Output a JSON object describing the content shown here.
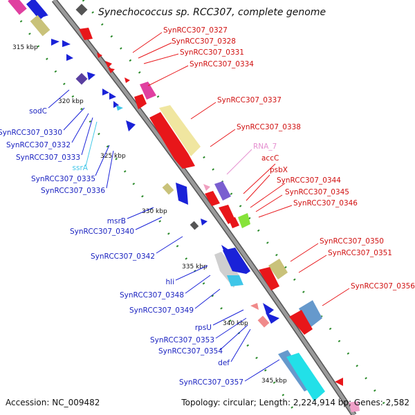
{
  "title": "Synechococcus sp. RCC307, complete genome",
  "accession": "Accession: NC_009482",
  "topology": "Topology: circular; Length: 2,224,914 bp; Genes: 2,582",
  "colors": {
    "forward_gene": "#e8161a",
    "reverse_gene": "#1a22d8",
    "rna": "#e58fd0",
    "ssrA": "#3fc6e8",
    "backbone": "#8a8a8a",
    "tick": "#2a8a2a"
  },
  "scale_labels": [
    "315 kbp",
    "320 kbp",
    "325 kbp",
    "330 kbp",
    "335 kbp",
    "340 kbp",
    "345 kbp"
  ],
  "forward_labels": [
    "SynRCC307_0327",
    "SynRCC307_0328",
    "SynRCC307_0331",
    "SynRCC307_0334",
    "SynRCC307_0337",
    "SynRCC307_0338",
    "RNA_7",
    "accC",
    "psbX",
    "SynRCC307_0344",
    "SynRCC307_0345",
    "SynRCC307_0346",
    "SynRCC307_0350",
    "SynRCC307_0351",
    "SynRCC307_0356"
  ],
  "reverse_labels": [
    "sodC",
    "SynRCC307_0330",
    "SynRCC307_0332",
    "SynRCC307_0333",
    "ssrA",
    "SynRCC307_0335",
    "SynRCC307_0336",
    "msrB",
    "SynRCC307_0340",
    "SynRCC307_0342",
    "hli",
    "SynRCC307_0348",
    "SynRCC307_0349",
    "rpsU",
    "SynRCC307_0353",
    "SynRCC307_0354",
    "def",
    "SynRCC307_0357"
  ]
}
